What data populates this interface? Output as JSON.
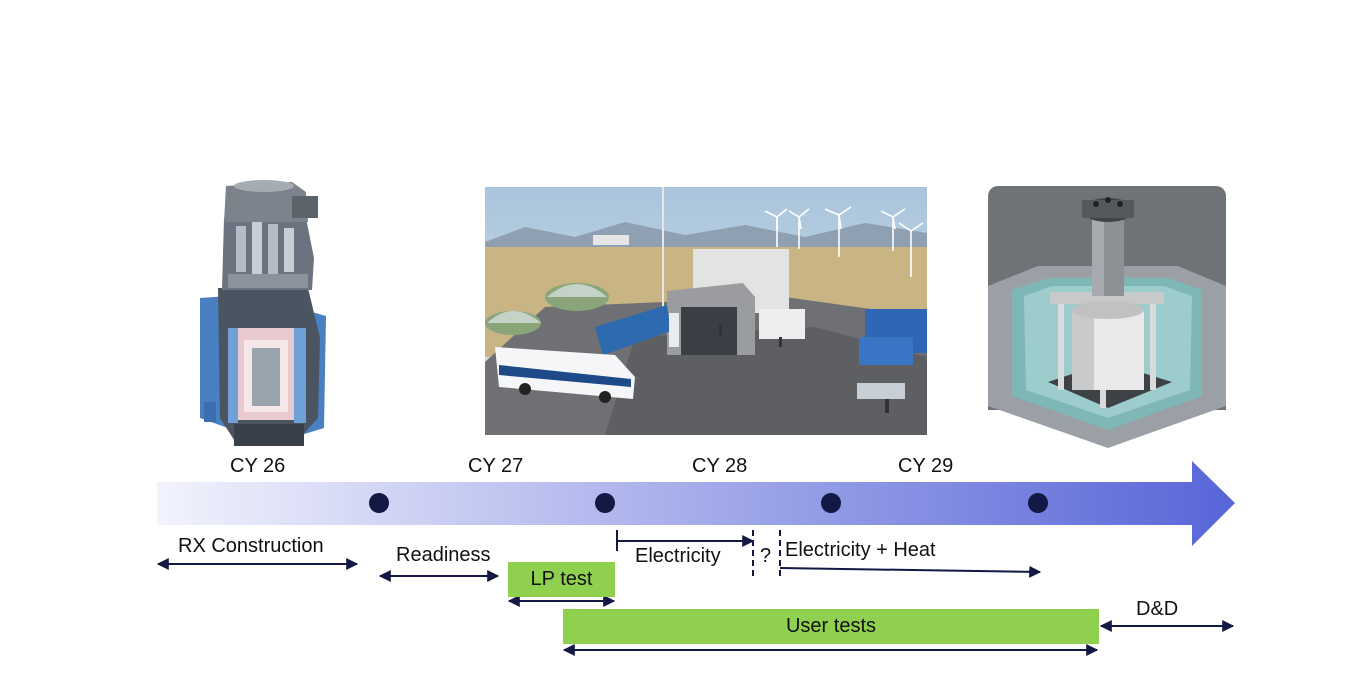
{
  "timeline": {
    "years": [
      "CY 26",
      "CY 27",
      "CY 28",
      "CY 29"
    ],
    "arrow_gradient": [
      "#f2f3fc",
      "#5865d8"
    ],
    "marker_color": "#131844"
  },
  "phases": {
    "rx_construction": "RX Construction",
    "readiness": "Readiness",
    "lp_test": "LP test",
    "electricity": "Electricity",
    "question": "?",
    "electricity_heat": "Electricity + Heat",
    "user_tests": "User tests",
    "dd": "D&D"
  },
  "colors": {
    "green_bar": "#8fd14f",
    "span_line": "#131844"
  },
  "images": {
    "left": "reactor-module-cutaway",
    "center": "test-site-rendering",
    "right": "reactor-vessel-in-pool"
  }
}
